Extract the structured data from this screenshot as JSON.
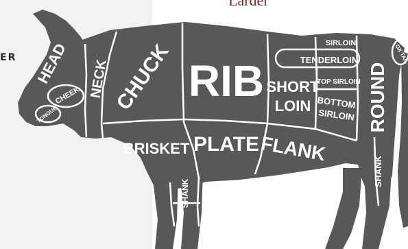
{
  "brand": "Larder",
  "side_text": "ER",
  "colors": {
    "cow": "#58585a",
    "lines": "#ffffff",
    "brand": "#7a1f2c",
    "panel": "#f2f2f2"
  },
  "cuts": {
    "head": "HEAD",
    "cheek": "CHEEK",
    "tongue": "TONGUE",
    "neck": "NECK",
    "chuck": "CHUCK",
    "rib": "RIB",
    "short_loin": [
      "SHORT",
      "LOIN"
    ],
    "sirloin": "SIRLOIN",
    "tenderloin": "TENDERLOIN",
    "top_sirloin": "TOP SIRLOIN",
    "bottom_sirloin": [
      "BOTTOM",
      "SIRLOIN"
    ],
    "round": "ROUND",
    "ox_tail": "OX TAIL",
    "brisket": "BRISKET",
    "plate": "PLATE",
    "flank": "FLANK",
    "shank_front": "SHANK",
    "shank_rear": "SHANK"
  }
}
